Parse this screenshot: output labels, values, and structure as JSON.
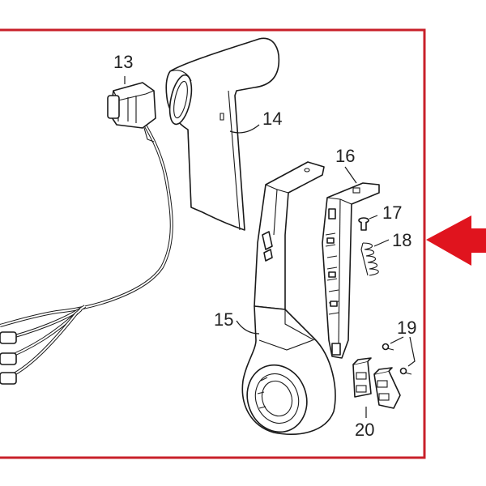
{
  "diagram": {
    "frame_color": "#c8202a",
    "arrow_color": "#e0141e",
    "callouts": {
      "p13": "13",
      "p14": "14",
      "p15": "15",
      "p16": "16",
      "p17": "17",
      "p18": "18",
      "p19": "19",
      "p20": "20"
    }
  }
}
